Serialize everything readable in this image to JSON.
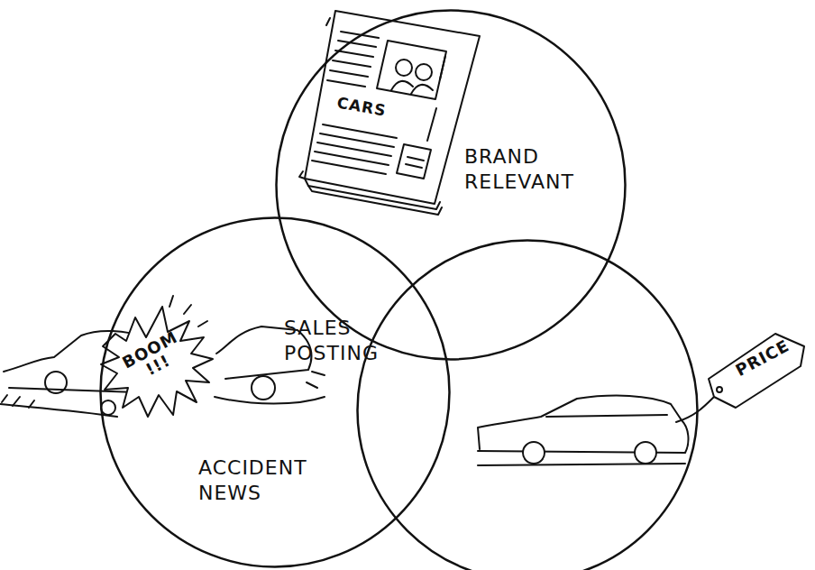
{
  "diagram": {
    "nodes": [
      {
        "text": [
          "BRAND RELEVANT"
        ]
      },
      {
        "text": [
          "ACCIDENT NEWS"
        ]
      },
      {
        "text": [
          "SALES POSTING"
        ]
      }
    ],
    "labels": [
      "CARS",
      "BOOM !!!",
      "PRICE"
    ]
  }
}
